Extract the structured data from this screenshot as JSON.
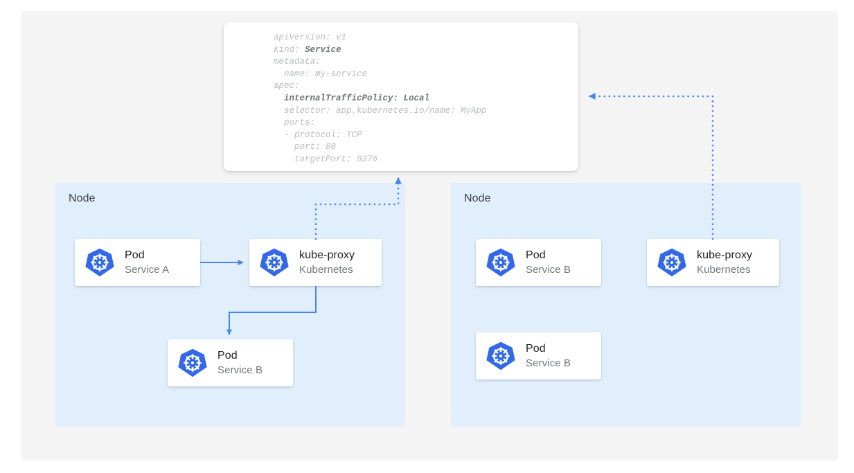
{
  "diagram": {
    "title_hidden": "",
    "colors": {
      "canvas_bg": "#f4f4f5",
      "node_bg": "#e1effd",
      "card_bg": "#ffffff",
      "accent_blue": "#4285f4",
      "k8s_logo_blue": "#3369e8",
      "text_primary": "#202124",
      "text_secondary": "#737578",
      "yaml_text": "#b9bbbe",
      "yaml_bold": "#6f7278"
    }
  },
  "yaml": {
    "icon": "yaml-manifest",
    "lines": [
      {
        "plain": "apiVersion: v1",
        "bold": ""
      },
      {
        "plain": "kind: ",
        "bold": "Service"
      },
      {
        "plain": "metadata:",
        "bold": ""
      },
      {
        "plain": "  name: my-service",
        "bold": ""
      },
      {
        "plain": "spec:",
        "bold": ""
      },
      {
        "plain": "  ",
        "bold": "internalTrafficPolicy: Local"
      },
      {
        "plain": "  selector: app.kubernetes.io/name: MyApp",
        "bold": ""
      },
      {
        "plain": "  ports:",
        "bold": ""
      },
      {
        "plain": "  - protocol: TCP",
        "bold": ""
      },
      {
        "plain": "    port: 80",
        "bold": ""
      },
      {
        "plain": "    targetPort: 9376",
        "bold": ""
      }
    ]
  },
  "nodes": [
    {
      "label": "Node"
    },
    {
      "label": "Node"
    }
  ],
  "cards": {
    "pod_a": {
      "title": "Pod",
      "subtitle": "Service A",
      "icon": "kubernetes-icon"
    },
    "kubeproxy_l": {
      "title": "kube-proxy",
      "subtitle": "Kubernetes",
      "icon": "kubernetes-icon"
    },
    "pod_b_left": {
      "title": "Pod",
      "subtitle": "Service B",
      "icon": "kubernetes-icon"
    },
    "pod_b_r1": {
      "title": "Pod",
      "subtitle": "Service B",
      "icon": "kubernetes-icon"
    },
    "kubeproxy_r": {
      "title": "kube-proxy",
      "subtitle": "Kubernetes",
      "icon": "kubernetes-icon"
    },
    "pod_b_r2": {
      "title": "Pod",
      "subtitle": "Service B",
      "icon": "kubernetes-icon"
    }
  },
  "connectors": [
    {
      "name": "pod-a-to-kube-proxy",
      "style": "solid",
      "from": "pod_a",
      "to": "kubeproxy_l"
    },
    {
      "name": "kube-proxy-to-pod-b",
      "style": "solid",
      "from": "kubeproxy_l",
      "to": "pod_b_left"
    },
    {
      "name": "kube-proxy-left-to-service",
      "style": "dotted",
      "from": "kubeproxy_l",
      "to": "yaml"
    },
    {
      "name": "kube-proxy-right-to-service",
      "style": "dotted",
      "from": "kubeproxy_r",
      "to": "yaml"
    }
  ]
}
